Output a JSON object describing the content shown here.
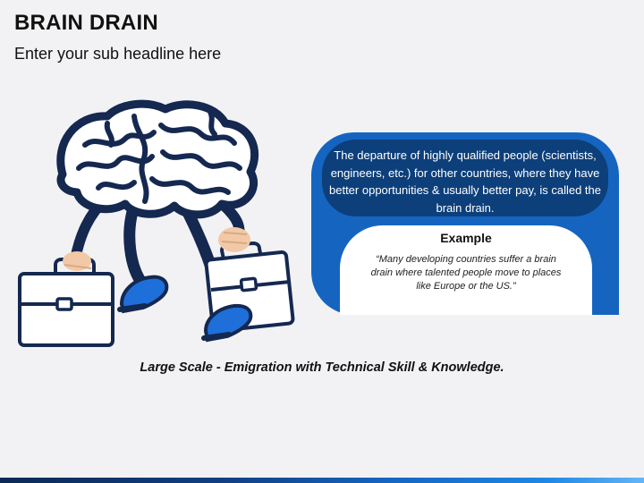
{
  "slide": {
    "title": "BRAIN DRAIN",
    "subtitle": "Enter your sub headline here"
  },
  "definition": {
    "text": "The departure of highly qualified people (scientists, engineers, etc.) for other countries, where they have better opportunities & usually better pay, is called the brain drain."
  },
  "example": {
    "title": "Example",
    "text": "“Many developing countries suffer a brain drain where talented people move to places like Europe or the US.”"
  },
  "caption": "Large Scale - Emigration with Technical Skill & Knowledge.",
  "colors": {
    "accent_blue": "#1565c0",
    "dark_blue": "#0d3f7a",
    "navy": "#142850",
    "shoe_blue": "#1e6fd9",
    "skin": "#f2c9a6",
    "background": "#f2f2f4"
  },
  "icons": [
    "brain-icon",
    "briefcase-icon",
    "shoe-icon",
    "hand-icon"
  ]
}
